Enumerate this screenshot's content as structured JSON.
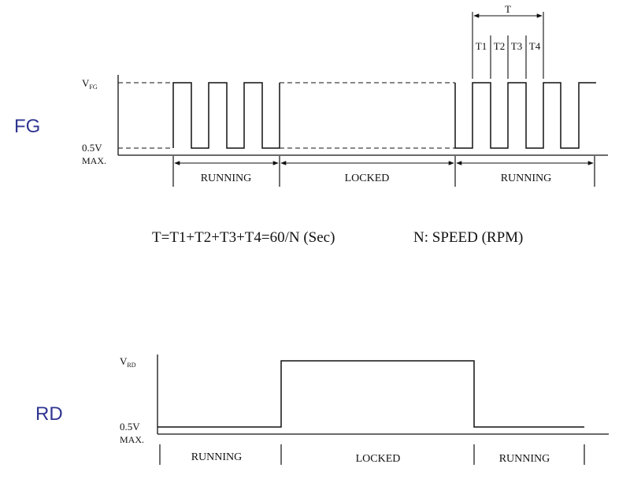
{
  "fg": {
    "side_label": "FG",
    "v_high_label": "V",
    "v_high_sub": "FG",
    "v_low_label": "0.5V",
    "v_low_max": "MAX.",
    "segments": [
      "RUNNING",
      "LOCKED",
      "RUNNING"
    ],
    "period_label": "T",
    "sub_periods": [
      "T1",
      "T2",
      "T3",
      "T4"
    ]
  },
  "formula": {
    "equation": "T=T1+T2+T3+T4=60/N (Sec)",
    "legend": "N: SPEED (RPM)"
  },
  "rd": {
    "side_label": "RD",
    "v_high_label": "V",
    "v_high_sub": "RD",
    "v_low_label": "0.5V",
    "v_low_max": "MAX.",
    "segments": [
      "RUNNING",
      "LOCKED",
      "RUNNING"
    ]
  },
  "colors": {
    "side_label": "#2f3590",
    "ink": "#111111"
  }
}
